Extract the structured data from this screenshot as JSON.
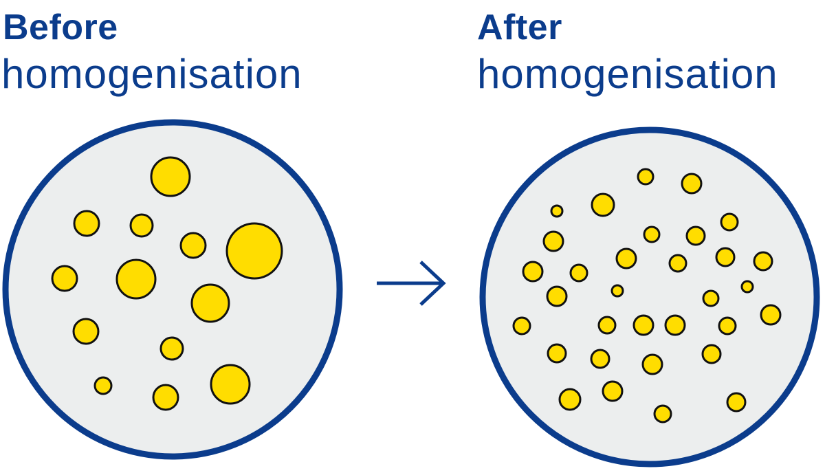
{
  "before": {
    "title": "Before",
    "subtitle": "homogenisation"
  },
  "after": {
    "title": "After",
    "subtitle": "homogenisation"
  },
  "colors": {
    "navy": "#0b3c8c",
    "fat_globule": "#ffdd00",
    "milk": "#eceeee",
    "outline": "#111111"
  },
  "arrow": {
    "icon": "arrow-right-icon"
  }
}
